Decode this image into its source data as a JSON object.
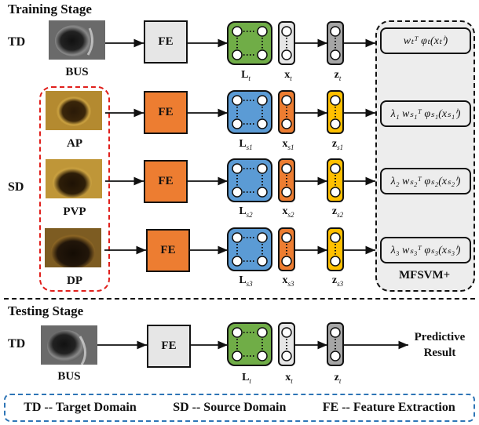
{
  "training": {
    "title": "Training Stage",
    "td_label": "TD",
    "sd_label": "SD",
    "bus_label": "BUS",
    "sd_images": [
      "AP",
      "PVP",
      "DP"
    ],
    "fe_label": "FE",
    "target_row": {
      "L": "L",
      "L_sub": "t",
      "x": "x",
      "x_sub": "t",
      "z": "z",
      "z_sub": "t"
    },
    "source_rows": [
      {
        "L": "L",
        "L_sub": "s1",
        "x": "x",
        "x_sub": "s1",
        "z": "z",
        "z_sub": "s1"
      },
      {
        "L": "L",
        "L_sub": "s2",
        "x": "x",
        "x_sub": "s2",
        "z": "z",
        "z_sub": "s2"
      },
      {
        "L": "L",
        "L_sub": "s3",
        "x": "x",
        "x_sub": "s3",
        "z": "z",
        "z_sub": "s3"
      }
    ],
    "formulas": [
      "wₜᵀ φₜ(xₜⁱ)",
      "λ₁ wₛ₁ᵀ φₛ₁(xₛ₁ⁱ)",
      "λ₂ wₛ₂ᵀ φₛ₂(xₛ₂ⁱ)",
      "λ₃ wₛ₃ᵀ φₛ₃(xₛ₃ⁱ)"
    ],
    "classifier_label": "MFSVM+"
  },
  "testing": {
    "title": "Testing Stage",
    "td_label": "TD",
    "bus_label": "BUS",
    "fe_label": "FE",
    "row": {
      "L": "L",
      "L_sub": "t",
      "x": "x",
      "x_sub": "t",
      "z": "z",
      "z_sub": "t"
    },
    "output_line1": "Predictive",
    "output_line2": "Result"
  },
  "legend": [
    "TD -- Target Domain",
    "SD -- Source Domain",
    "FE -- Feature Extraction"
  ],
  "colors": {
    "target_L": "#70ad47",
    "source_L": "#5b9bd5",
    "target_x": "#e6e6e6",
    "source_x": "#ed7d31",
    "target_z": "#a6a6a6",
    "source_z": "#ffc000",
    "sd_border": "#e0201c",
    "legend_border": "#2e75b6"
  }
}
